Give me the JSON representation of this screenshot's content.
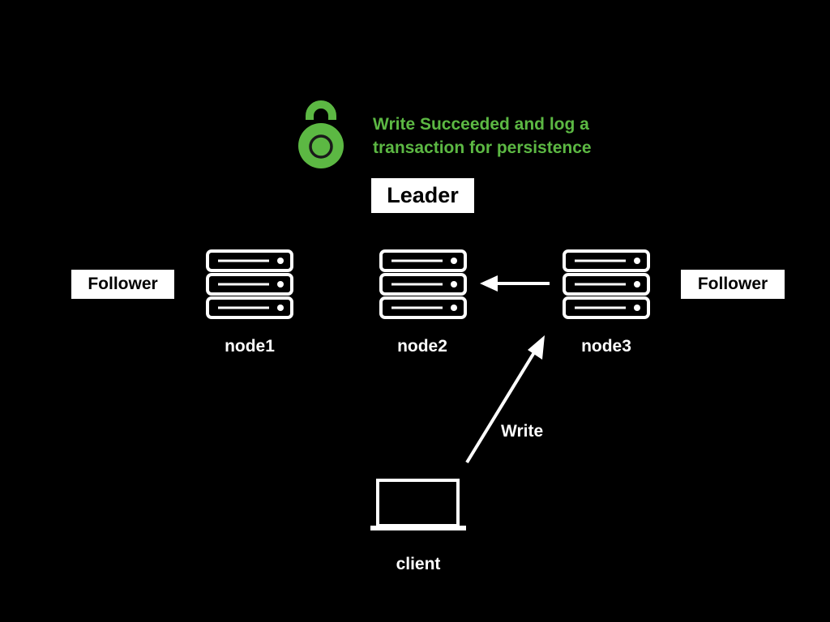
{
  "status": {
    "lines": [
      "Write Succeeded and log a",
      "transaction for persistence"
    ],
    "color": "#5cb843",
    "icon": "padlock-icon"
  },
  "roles": {
    "leader": "Leader",
    "follower_left": "Follower",
    "follower_right": "Follower"
  },
  "nodes": {
    "node1": "node1",
    "node2": "node2",
    "node3": "node3"
  },
  "client": {
    "label": "client",
    "icon": "laptop-icon"
  },
  "arrows": {
    "write_label": "Write",
    "forward": "node3-to-node2",
    "client_write": "client-to-node3"
  },
  "colors": {
    "background": "#000000",
    "foreground": "#ffffff",
    "accent": "#5cb843"
  }
}
